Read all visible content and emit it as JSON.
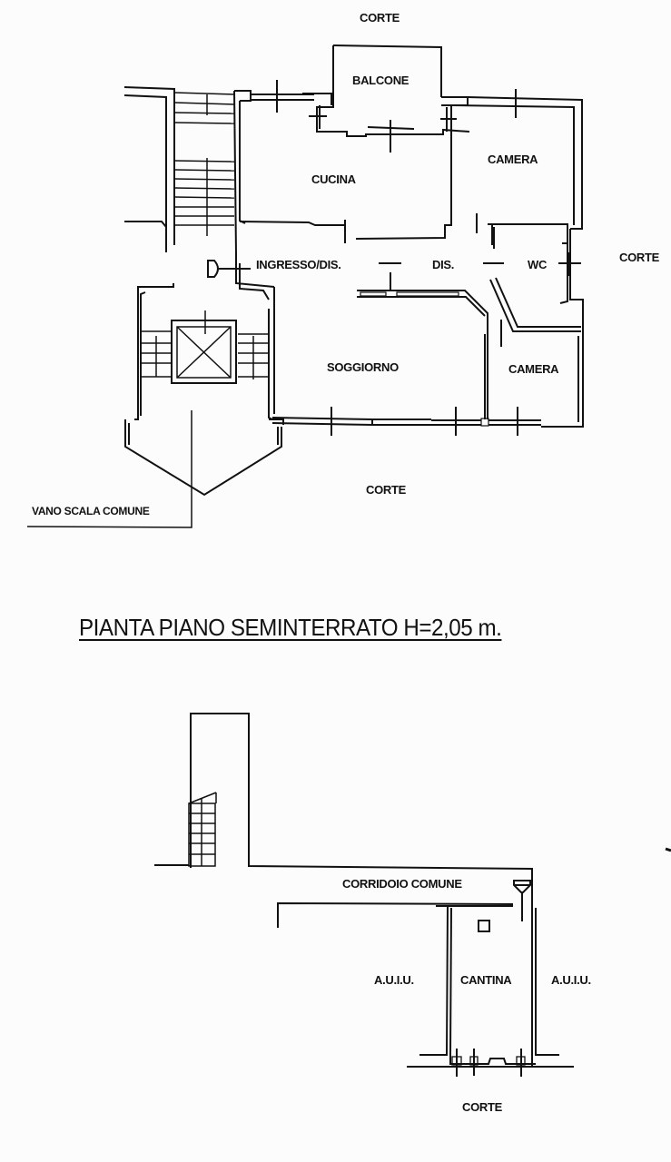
{
  "upper_floor": {
    "labels": {
      "corte_top": "CORTE",
      "balcone": "BALCONE",
      "cucina": "CUCINA",
      "camera_top": "CAMERA",
      "ingresso": "INGRESSO/DIS.",
      "dis": "DIS.",
      "wc": "WC",
      "corte_right": "CORTE",
      "soggiorno": "SOGGIORNO",
      "camera_bottom": "CAMERA",
      "corte_bottom": "CORTE",
      "vano_scala": "VANO SCALA COMUNE"
    }
  },
  "basement": {
    "title": "PIANTA PIANO SEMINTERRATO H=2,05 m.",
    "labels": {
      "corridoio": "CORRIDOIO COMUNE",
      "auiu_left": "A.U.I.U.",
      "cantina": "CANTINA",
      "auiu_right": "A.U.I.U.",
      "corte": "CORTE"
    }
  }
}
